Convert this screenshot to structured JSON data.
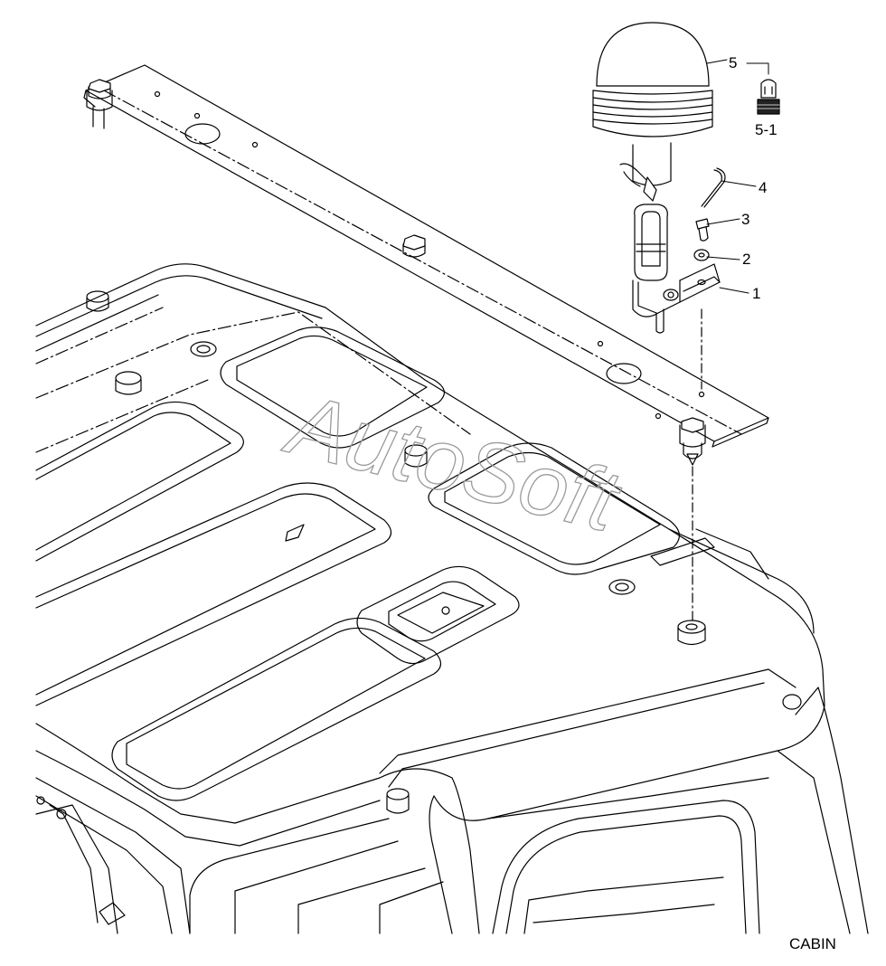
{
  "callouts": [
    {
      "label": "5"
    },
    {
      "label": "5-1"
    },
    {
      "label": "4"
    },
    {
      "label": "3"
    },
    {
      "label": "2"
    },
    {
      "label": "1"
    }
  ],
  "section_label": "CABIN",
  "watermark": "AutoSoft"
}
